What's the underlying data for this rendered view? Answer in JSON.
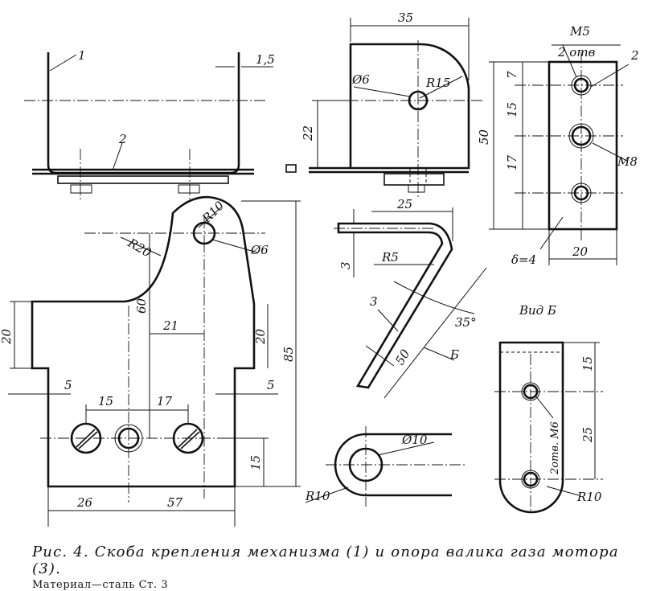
{
  "views": {
    "top_left": {
      "part_labels": [
        "1",
        "2"
      ],
      "dims": [
        "1,5"
      ]
    },
    "top_middle": {
      "dims": [
        "35",
        "Ø6",
        "R15",
        "22"
      ]
    },
    "top_right": {
      "dims": [
        "M5",
        "2 отв",
        "7",
        "15",
        "17",
        "50",
        "M8",
        "20"
      ],
      "labels": [
        "2",
        "δ=4"
      ]
    },
    "main_bracket": {
      "dims": [
        "R10",
        "R20",
        "Ø6",
        "60",
        "21",
        "20",
        "20",
        "85",
        "5",
        "5",
        "15",
        "17",
        "15",
        "26",
        "57"
      ]
    },
    "rod_support": {
      "dims": [
        "25",
        "3",
        "R5",
        "35°",
        "50"
      ],
      "labels": [
        "3",
        "Б"
      ]
    },
    "view_b": {
      "title": "Вид Б",
      "dims": [
        "15",
        "25",
        "2отв. М6",
        "R10"
      ]
    },
    "small_plate": {
      "dims": [
        "Ø10",
        "R10"
      ]
    }
  },
  "caption": {
    "line1": "Рис. 4. Скоба крепления механизма (1) и опора валика газа мотора (3).",
    "line2": "Материал—сталь Ст. 3"
  }
}
